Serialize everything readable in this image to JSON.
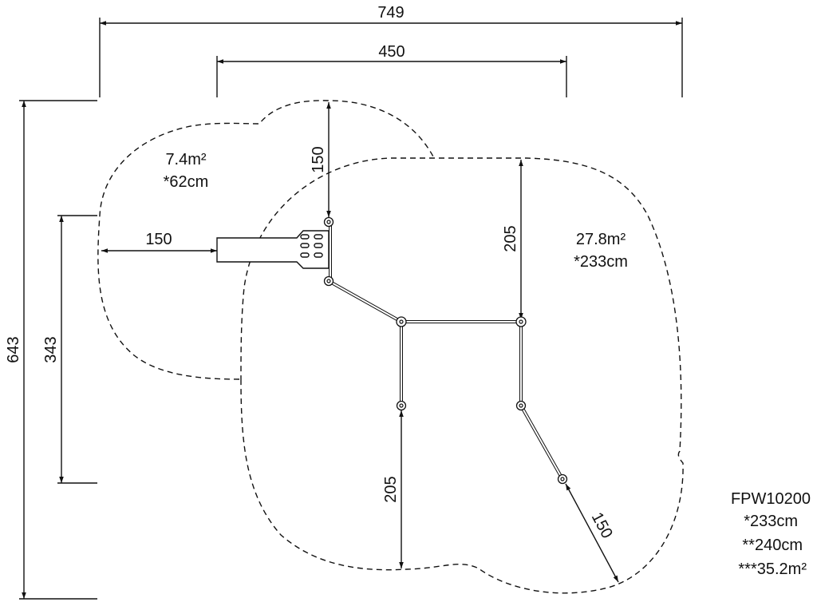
{
  "dimensions": {
    "overall_width": "749",
    "inner_width": "450",
    "overall_height": "643",
    "left_height": "343",
    "left_zone_depth": "150",
    "top_zone_depth": "150",
    "right_upper_depth": "205",
    "bottom_depth": "205",
    "diagonal_depth": "150"
  },
  "zones": {
    "small": {
      "area": "7.4m²",
      "height": "*62cm"
    },
    "large": {
      "area": "27.8m²",
      "height": "*233cm"
    }
  },
  "product": {
    "code": "FPW10200",
    "height_1": "*233cm",
    "height_2": "**240cm",
    "total_area": "***35.2m²"
  }
}
